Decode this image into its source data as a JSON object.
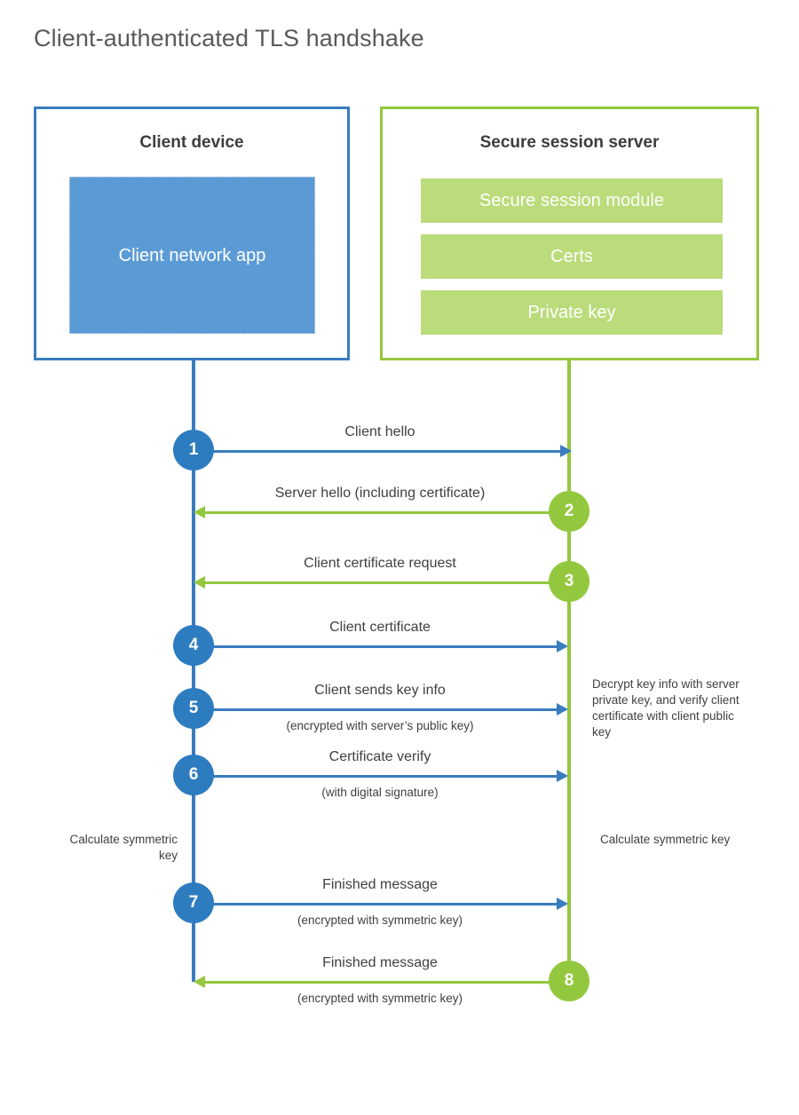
{
  "title": "Client-authenticated TLS handshake",
  "colors": {
    "blue_border": "#3A7CBF",
    "blue_fill": "#5B9BD5",
    "blue_badge": "#2E7CC0",
    "green_border": "#93C83E",
    "green_fill": "#BADC7B",
    "text": "#404040",
    "title": "#5A5A5A"
  },
  "actors": {
    "client": {
      "title": "Client device",
      "blocks": [
        {
          "label": "Client network app"
        }
      ]
    },
    "server": {
      "title": "Secure session server",
      "blocks": [
        {
          "label": "Secure session module"
        },
        {
          "label": "Certs"
        },
        {
          "label": "Private key"
        }
      ]
    }
  },
  "messages": [
    {
      "step": "1",
      "label": "Client hello",
      "sublabel": "",
      "direction": "client-to-server",
      "color": "blue"
    },
    {
      "step": "2",
      "label": "Server hello (including certificate)",
      "sublabel": "",
      "direction": "server-to-client",
      "color": "green"
    },
    {
      "step": "3",
      "label": "Client certificate request",
      "sublabel": "",
      "direction": "server-to-client",
      "color": "green"
    },
    {
      "step": "4",
      "label": "Client certificate",
      "sublabel": "",
      "direction": "client-to-server",
      "color": "blue"
    },
    {
      "step": "5",
      "label": "Client sends key info",
      "sublabel": "(encrypted with server’s public key)",
      "direction": "client-to-server",
      "color": "blue"
    },
    {
      "step": "6",
      "label": "Certificate verify",
      "sublabel": "(with digital signature)",
      "direction": "client-to-server",
      "color": "blue"
    },
    {
      "step": "7",
      "label": "Finished message",
      "sublabel": "(encrypted with symmetric key)",
      "direction": "client-to-server",
      "color": "blue"
    },
    {
      "step": "8",
      "label": "Finished message",
      "sublabel": "(encrypted with symmetric key)",
      "direction": "server-to-client",
      "color": "green"
    }
  ],
  "notes": {
    "server_decrypt": "Decrypt key info with server private key, and verify client certificate with client public key",
    "client_symmetric_key": "Calculate symmetric key",
    "server_symmetric_key": "Calculate symmetric key"
  }
}
